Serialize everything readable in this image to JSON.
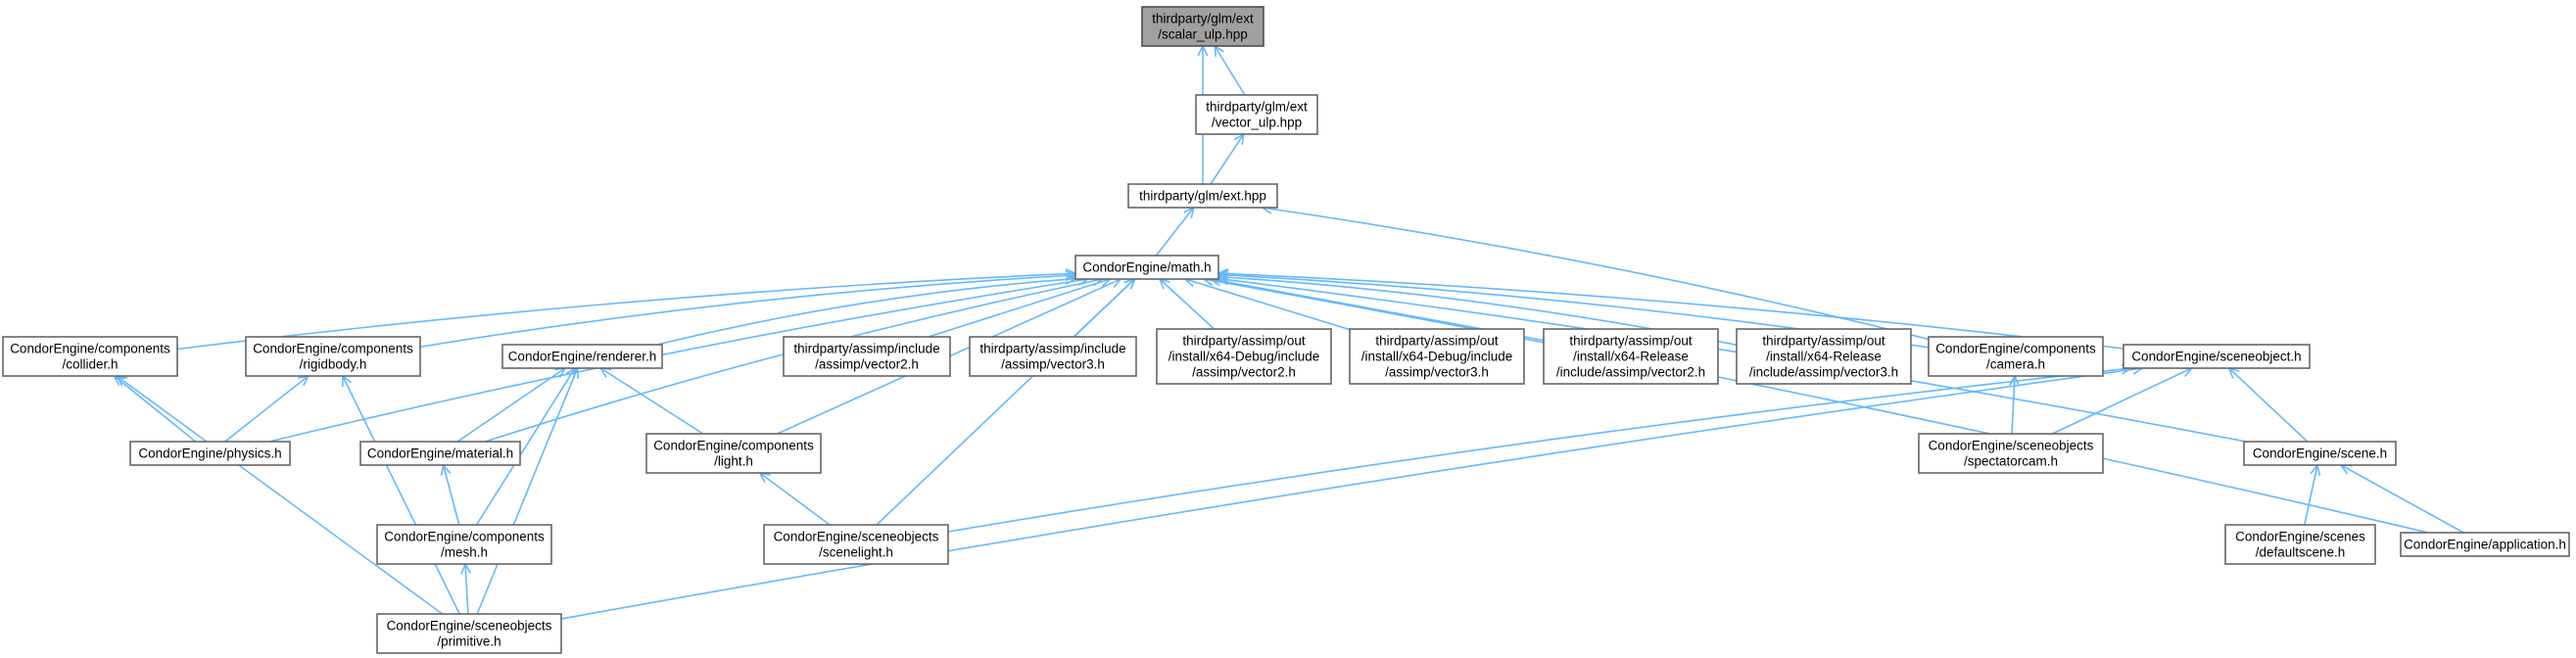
{
  "nodes": [
    {
      "id": "scalar_ulp",
      "lines": [
        "thirdparty/glm/ext",
        "/scalar_ulp.hpp"
      ],
      "root": true
    },
    {
      "id": "vector_ulp",
      "lines": [
        "thirdparty/glm/ext",
        "/vector_ulp.hpp"
      ]
    },
    {
      "id": "ext",
      "lines": [
        "thirdparty/glm/ext.hpp"
      ]
    },
    {
      "id": "math",
      "lines": [
        "CondorEngine/math.h"
      ]
    },
    {
      "id": "collider",
      "lines": [
        "CondorEngine/components",
        "/collider.h"
      ]
    },
    {
      "id": "rigidbody",
      "lines": [
        "CondorEngine/components",
        "/rigidbody.h"
      ]
    },
    {
      "id": "renderer",
      "lines": [
        "CondorEngine/renderer.h"
      ]
    },
    {
      "id": "assimp_v2",
      "lines": [
        "thirdparty/assimp/include",
        "/assimp/vector2.h"
      ]
    },
    {
      "id": "assimp_v3",
      "lines": [
        "thirdparty/assimp/include",
        "/assimp/vector3.h"
      ]
    },
    {
      "id": "dbg_v2",
      "lines": [
        "thirdparty/assimp/out",
        "/install/x64-Debug/include",
        "/assimp/vector2.h"
      ]
    },
    {
      "id": "dbg_v3",
      "lines": [
        "thirdparty/assimp/out",
        "/install/x64-Debug/include",
        "/assimp/vector3.h"
      ]
    },
    {
      "id": "rel_v2",
      "lines": [
        "thirdparty/assimp/out",
        "/install/x64-Release",
        "/include/assimp/vector2.h"
      ]
    },
    {
      "id": "rel_v3",
      "lines": [
        "thirdparty/assimp/out",
        "/install/x64-Release",
        "/include/assimp/vector3.h"
      ]
    },
    {
      "id": "camera",
      "lines": [
        "CondorEngine/components",
        "/camera.h"
      ]
    },
    {
      "id": "sceneobject",
      "lines": [
        "CondorEngine/sceneobject.h"
      ]
    },
    {
      "id": "physics",
      "lines": [
        "CondorEngine/physics.h"
      ]
    },
    {
      "id": "material",
      "lines": [
        "CondorEngine/material.h"
      ]
    },
    {
      "id": "light",
      "lines": [
        "CondorEngine/components",
        "/light.h"
      ]
    },
    {
      "id": "spectatorcam",
      "lines": [
        "CondorEngine/sceneobjects",
        "/spectatorcam.h"
      ]
    },
    {
      "id": "scene",
      "lines": [
        "CondorEngine/scene.h"
      ]
    },
    {
      "id": "mesh",
      "lines": [
        "CondorEngine/components",
        "/mesh.h"
      ]
    },
    {
      "id": "scenelight",
      "lines": [
        "CondorEngine/sceneobjects",
        "/scenelight.h"
      ]
    },
    {
      "id": "defaultscene",
      "lines": [
        "CondorEngine/scenes",
        "/defaultscene.h"
      ]
    },
    {
      "id": "application",
      "lines": [
        "CondorEngine/application.h"
      ]
    },
    {
      "id": "primitive",
      "lines": [
        "CondorEngine/sceneobjects",
        "/primitive.h"
      ]
    }
  ],
  "edges": [
    [
      "vector_ulp",
      "scalar_ulp"
    ],
    [
      "ext",
      "scalar_ulp"
    ],
    [
      "ext",
      "vector_ulp"
    ],
    [
      "math",
      "ext"
    ],
    [
      "camera",
      "ext"
    ],
    [
      "collider",
      "math"
    ],
    [
      "rigidbody",
      "math"
    ],
    [
      "renderer",
      "math"
    ],
    [
      "assimp_v2",
      "math"
    ],
    [
      "assimp_v3",
      "math"
    ],
    [
      "dbg_v2",
      "math"
    ],
    [
      "dbg_v3",
      "math"
    ],
    [
      "rel_v2",
      "math"
    ],
    [
      "rel_v3",
      "math"
    ],
    [
      "camera",
      "math"
    ],
    [
      "sceneobject",
      "math"
    ],
    [
      "physics",
      "math"
    ],
    [
      "material",
      "math"
    ],
    [
      "light",
      "math"
    ],
    [
      "scenelight",
      "math"
    ],
    [
      "scene",
      "math"
    ],
    [
      "application",
      "math"
    ],
    [
      "physics",
      "collider"
    ],
    [
      "primitive",
      "collider"
    ],
    [
      "physics",
      "rigidbody"
    ],
    [
      "primitive",
      "rigidbody"
    ],
    [
      "material",
      "renderer"
    ],
    [
      "light",
      "renderer"
    ],
    [
      "mesh",
      "renderer"
    ],
    [
      "primitive",
      "renderer"
    ],
    [
      "spectatorcam",
      "camera"
    ],
    [
      "spectatorcam",
      "sceneobject"
    ],
    [
      "scene",
      "sceneobject"
    ],
    [
      "scenelight",
      "sceneobject"
    ],
    [
      "primitive",
      "sceneobject"
    ],
    [
      "mesh",
      "material"
    ],
    [
      "scenelight",
      "light"
    ],
    [
      "primitive",
      "mesh"
    ],
    [
      "defaultscene",
      "scene"
    ],
    [
      "application",
      "scene"
    ]
  ]
}
